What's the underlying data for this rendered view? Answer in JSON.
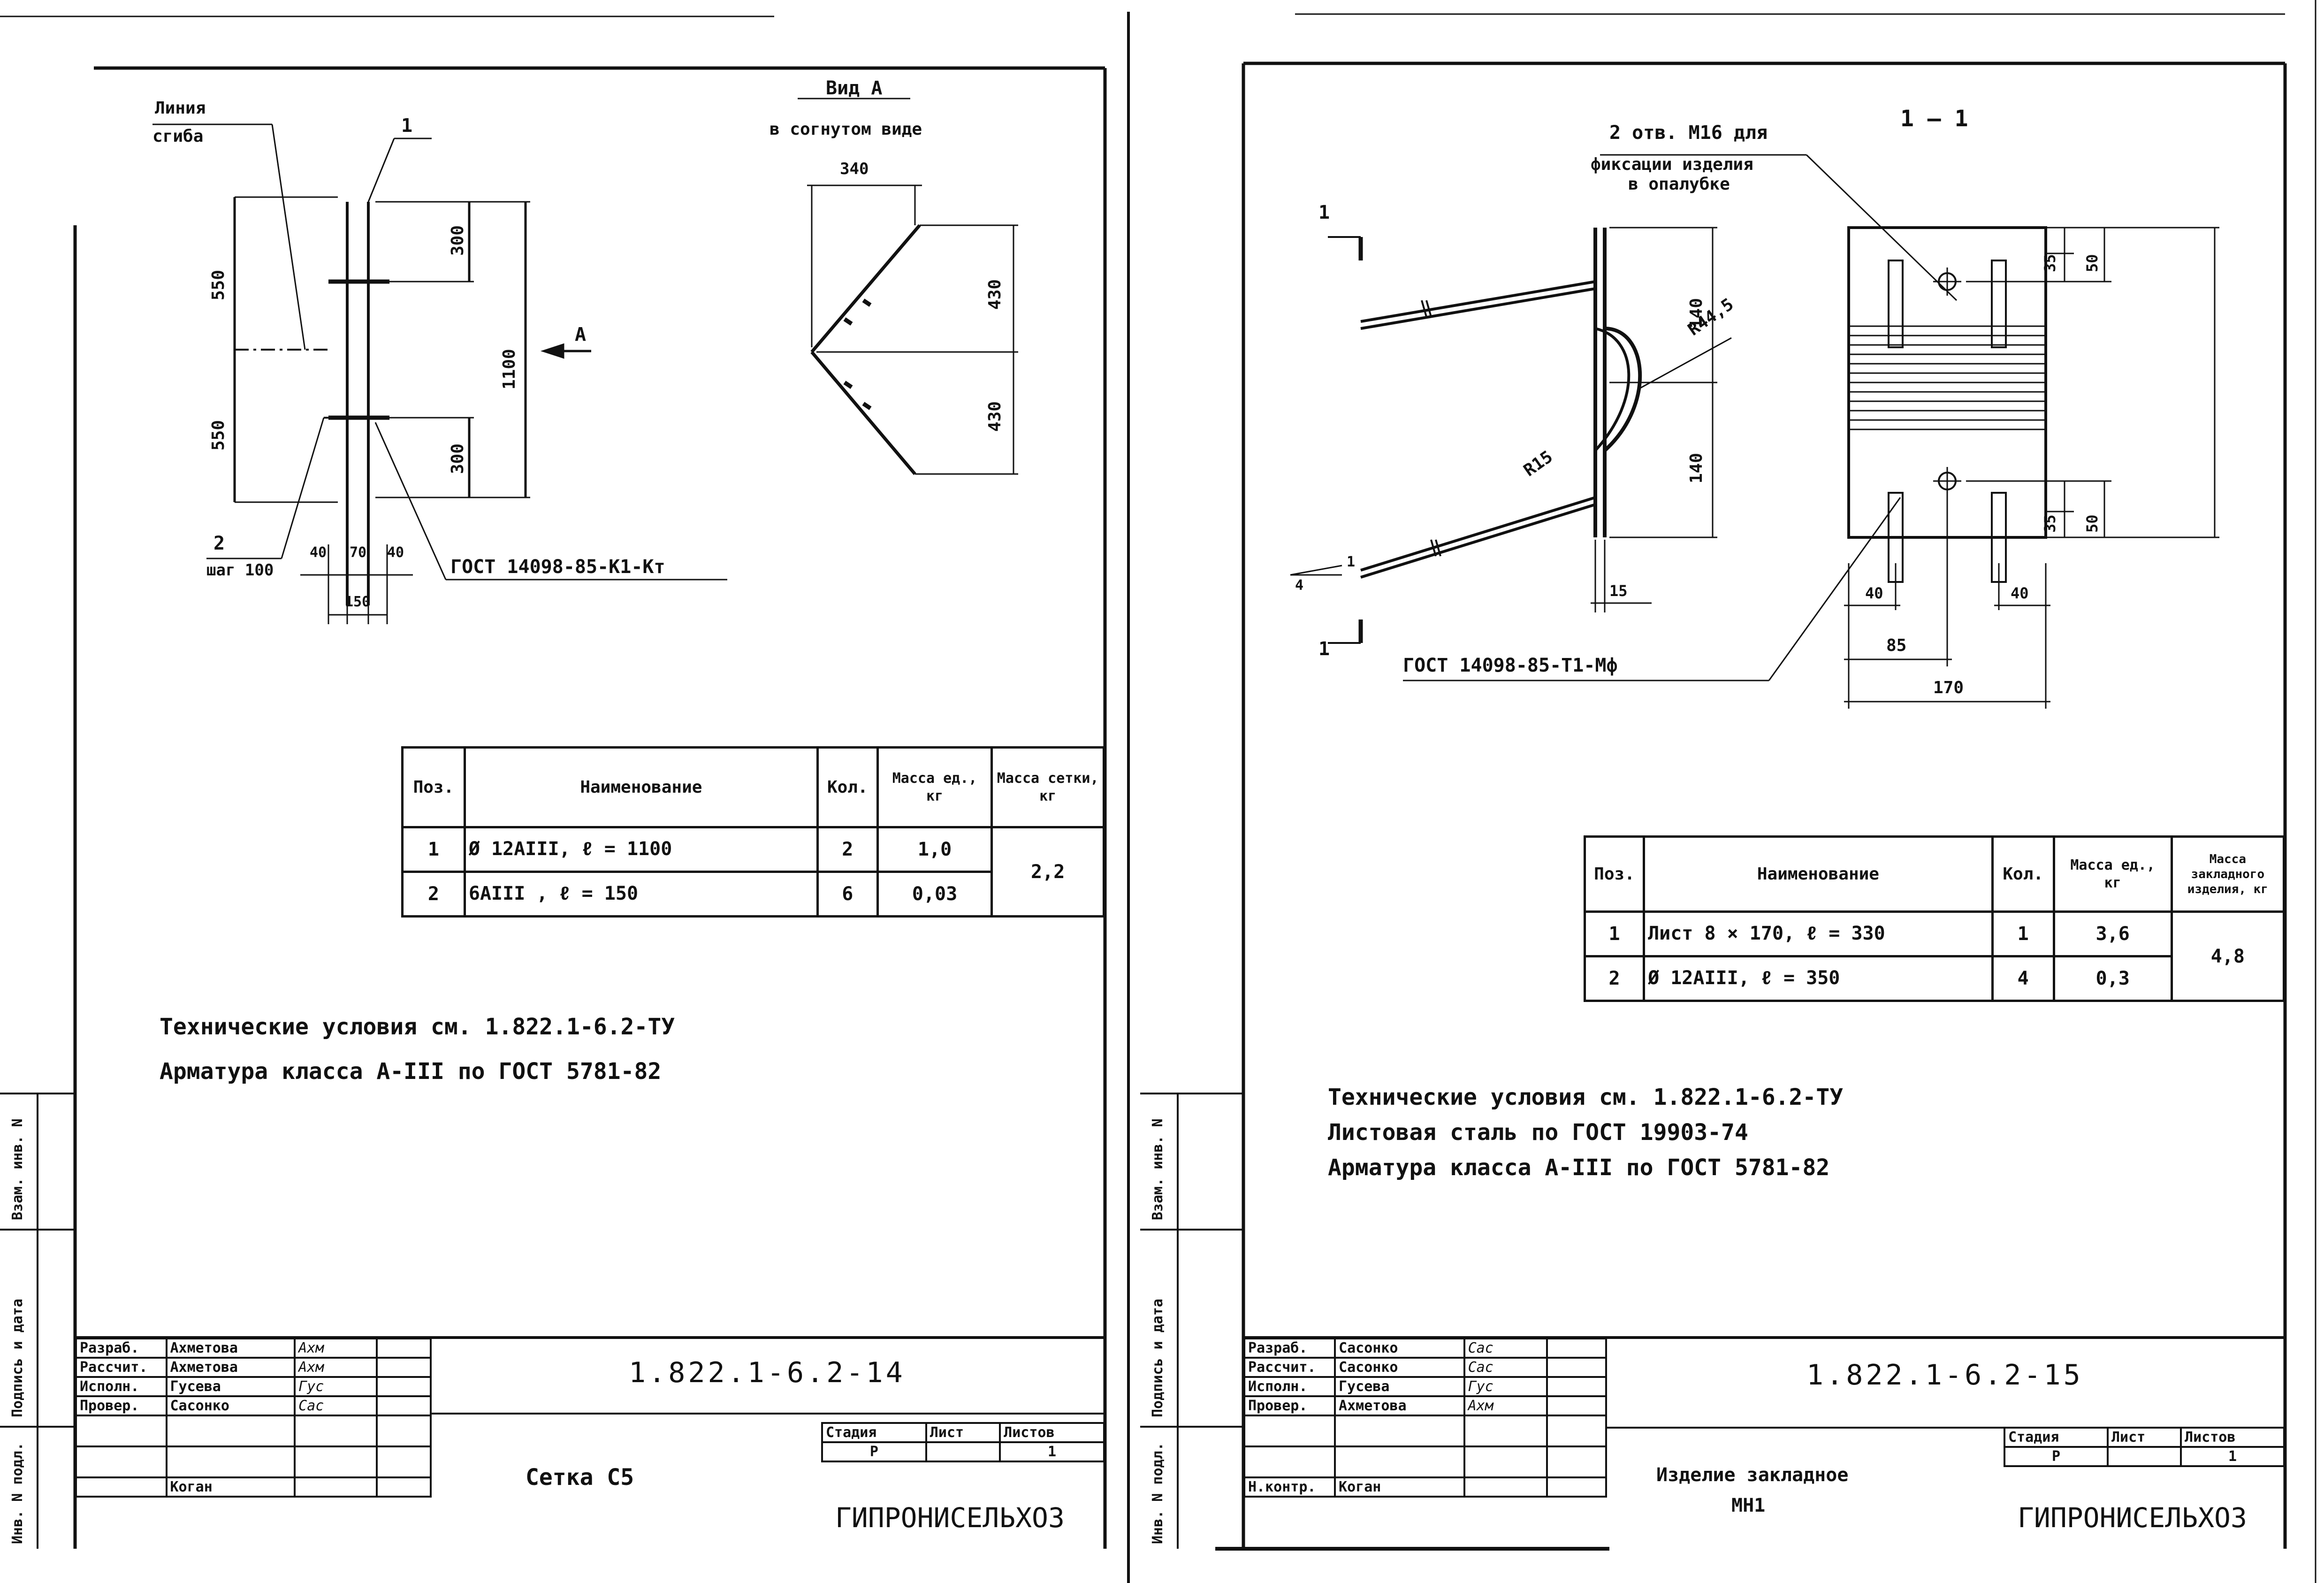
{
  "left": {
    "labels": {
      "bend_line_1": "Линия",
      "bend_line_2": "сгиба",
      "pos1_leader": "1",
      "pos2": "2",
      "pitch": "шаг 100",
      "gost": "ГОСТ 14098-85-К1-Кт",
      "arrow_a": "А",
      "view_title": "Вид А",
      "view_sub": "в согнутом виде"
    },
    "dims": {
      "d550_top": "550",
      "d550_bot": "550",
      "d300_top": "300",
      "d300_bot": "300",
      "d1100": "1100",
      "d40a": "40",
      "d70": "70",
      "d40b": "40",
      "d150": "150",
      "d340": "340",
      "d430_top": "430",
      "d430_bot": "430"
    },
    "spec": {
      "headers": {
        "pos": "Поз.",
        "name": "Наименование",
        "qty": "Кол.",
        "unit_mass": "Масса ед., кг",
        "total_mass": "Масса сетки, кг"
      },
      "rows": [
        {
          "pos": "1",
          "name": "Ø 12АIII,  ℓ = 1100",
          "qty": "2",
          "mass": "1,0"
        },
        {
          "pos": "2",
          "name": "6АIII ,  ℓ = 150",
          "qty": "6",
          "mass": "0,03"
        }
      ],
      "total": "2,2"
    },
    "notes": [
      "Технические условия см. 1.822.1-6.2-ТУ",
      "Арматура класса А-III по ГОСТ 5781-82"
    ],
    "title_block": {
      "roles": [
        "Разраб.",
        "Рассчит.",
        "Исполн.",
        "Провер."
      ],
      "names": [
        "Ахметова",
        "Ахметова",
        "Гусева",
        "Сасонко"
      ],
      "signatures": [
        "Ахм",
        "Ахм",
        "Гус",
        "Сас"
      ],
      "last_name": "Коган",
      "code": "1.822.1-6.2-14",
      "item_title": "Сетка С5",
      "stage_label": "Стадия",
      "sheet_label": "Лист",
      "sheets_label": "Листов",
      "stage": "Р",
      "sheets": "1",
      "org": "ГИПРОНИСЕЛЬХОЗ"
    },
    "side_stamps": [
      "Взам. инв. N",
      "Подпись и дата",
      "Инв. N подл."
    ]
  },
  "right": {
    "labels": {
      "holes_1": "2 отв. М16 для",
      "holes_2": "фиксации изделия",
      "holes_3": "в опалубке",
      "section_title": "1 — 1",
      "cut_top": "1",
      "cut_bot": "1",
      "r44": "R44,5",
      "r15": "R15",
      "slope_1": "1",
      "slope_4": "4",
      "gost": "ГОСТ 14098-85-Т1-Мф"
    },
    "dims": {
      "d140_top": "140",
      "d140_bot": "140",
      "d15": "15",
      "d35_top": "35",
      "d50_top": "50",
      "d35_bot": "35",
      "d50_bot": "50",
      "d40a": "40",
      "d40b": "40",
      "d85": "85",
      "d170": "170"
    },
    "spec": {
      "headers": {
        "pos": "Поз.",
        "name": "Наименование",
        "qty": "Кол.",
        "unit_mass": "Масса ед., кг",
        "total_mass": "Масса закладного изделия, кг"
      },
      "rows": [
        {
          "pos": "1",
          "name": "Лист 8 × 170,  ℓ = 330",
          "qty": "1",
          "mass": "3,6"
        },
        {
          "pos": "2",
          "name": "Ø 12АIII,  ℓ = 350",
          "qty": "4",
          "mass": "0,3"
        }
      ],
      "total": "4,8"
    },
    "notes": [
      "Технические условия см. 1.822.1-6.2-ТУ",
      "Листовая сталь по ГОСТ 19903-74",
      "Арматура класса А-III по ГОСТ 5781-82"
    ],
    "title_block": {
      "roles": [
        "Разраб.",
        "Рассчит.",
        "Исполн.",
        "Провер."
      ],
      "names": [
        "Сасонко",
        "Сасонко",
        "Гусева",
        "Ахметова"
      ],
      "signatures": [
        "Сас",
        "Сас",
        "Гус",
        "Ахм"
      ],
      "last_role": "Н.контр.",
      "last_name": "Коган",
      "code": "1.822.1-6.2-15",
      "item_title_1": "Изделие закладное",
      "item_title_2": "МН1",
      "stage_label": "Стадия",
      "sheet_label": "Лист",
      "sheets_label": "Листов",
      "stage": "Р",
      "sheets": "1",
      "org": "ГИПРОНИСЕЛЬХОЗ"
    },
    "side_stamps": [
      "Взам. инв. N",
      "Подпись и дата",
      "Инв. N подл."
    ]
  }
}
